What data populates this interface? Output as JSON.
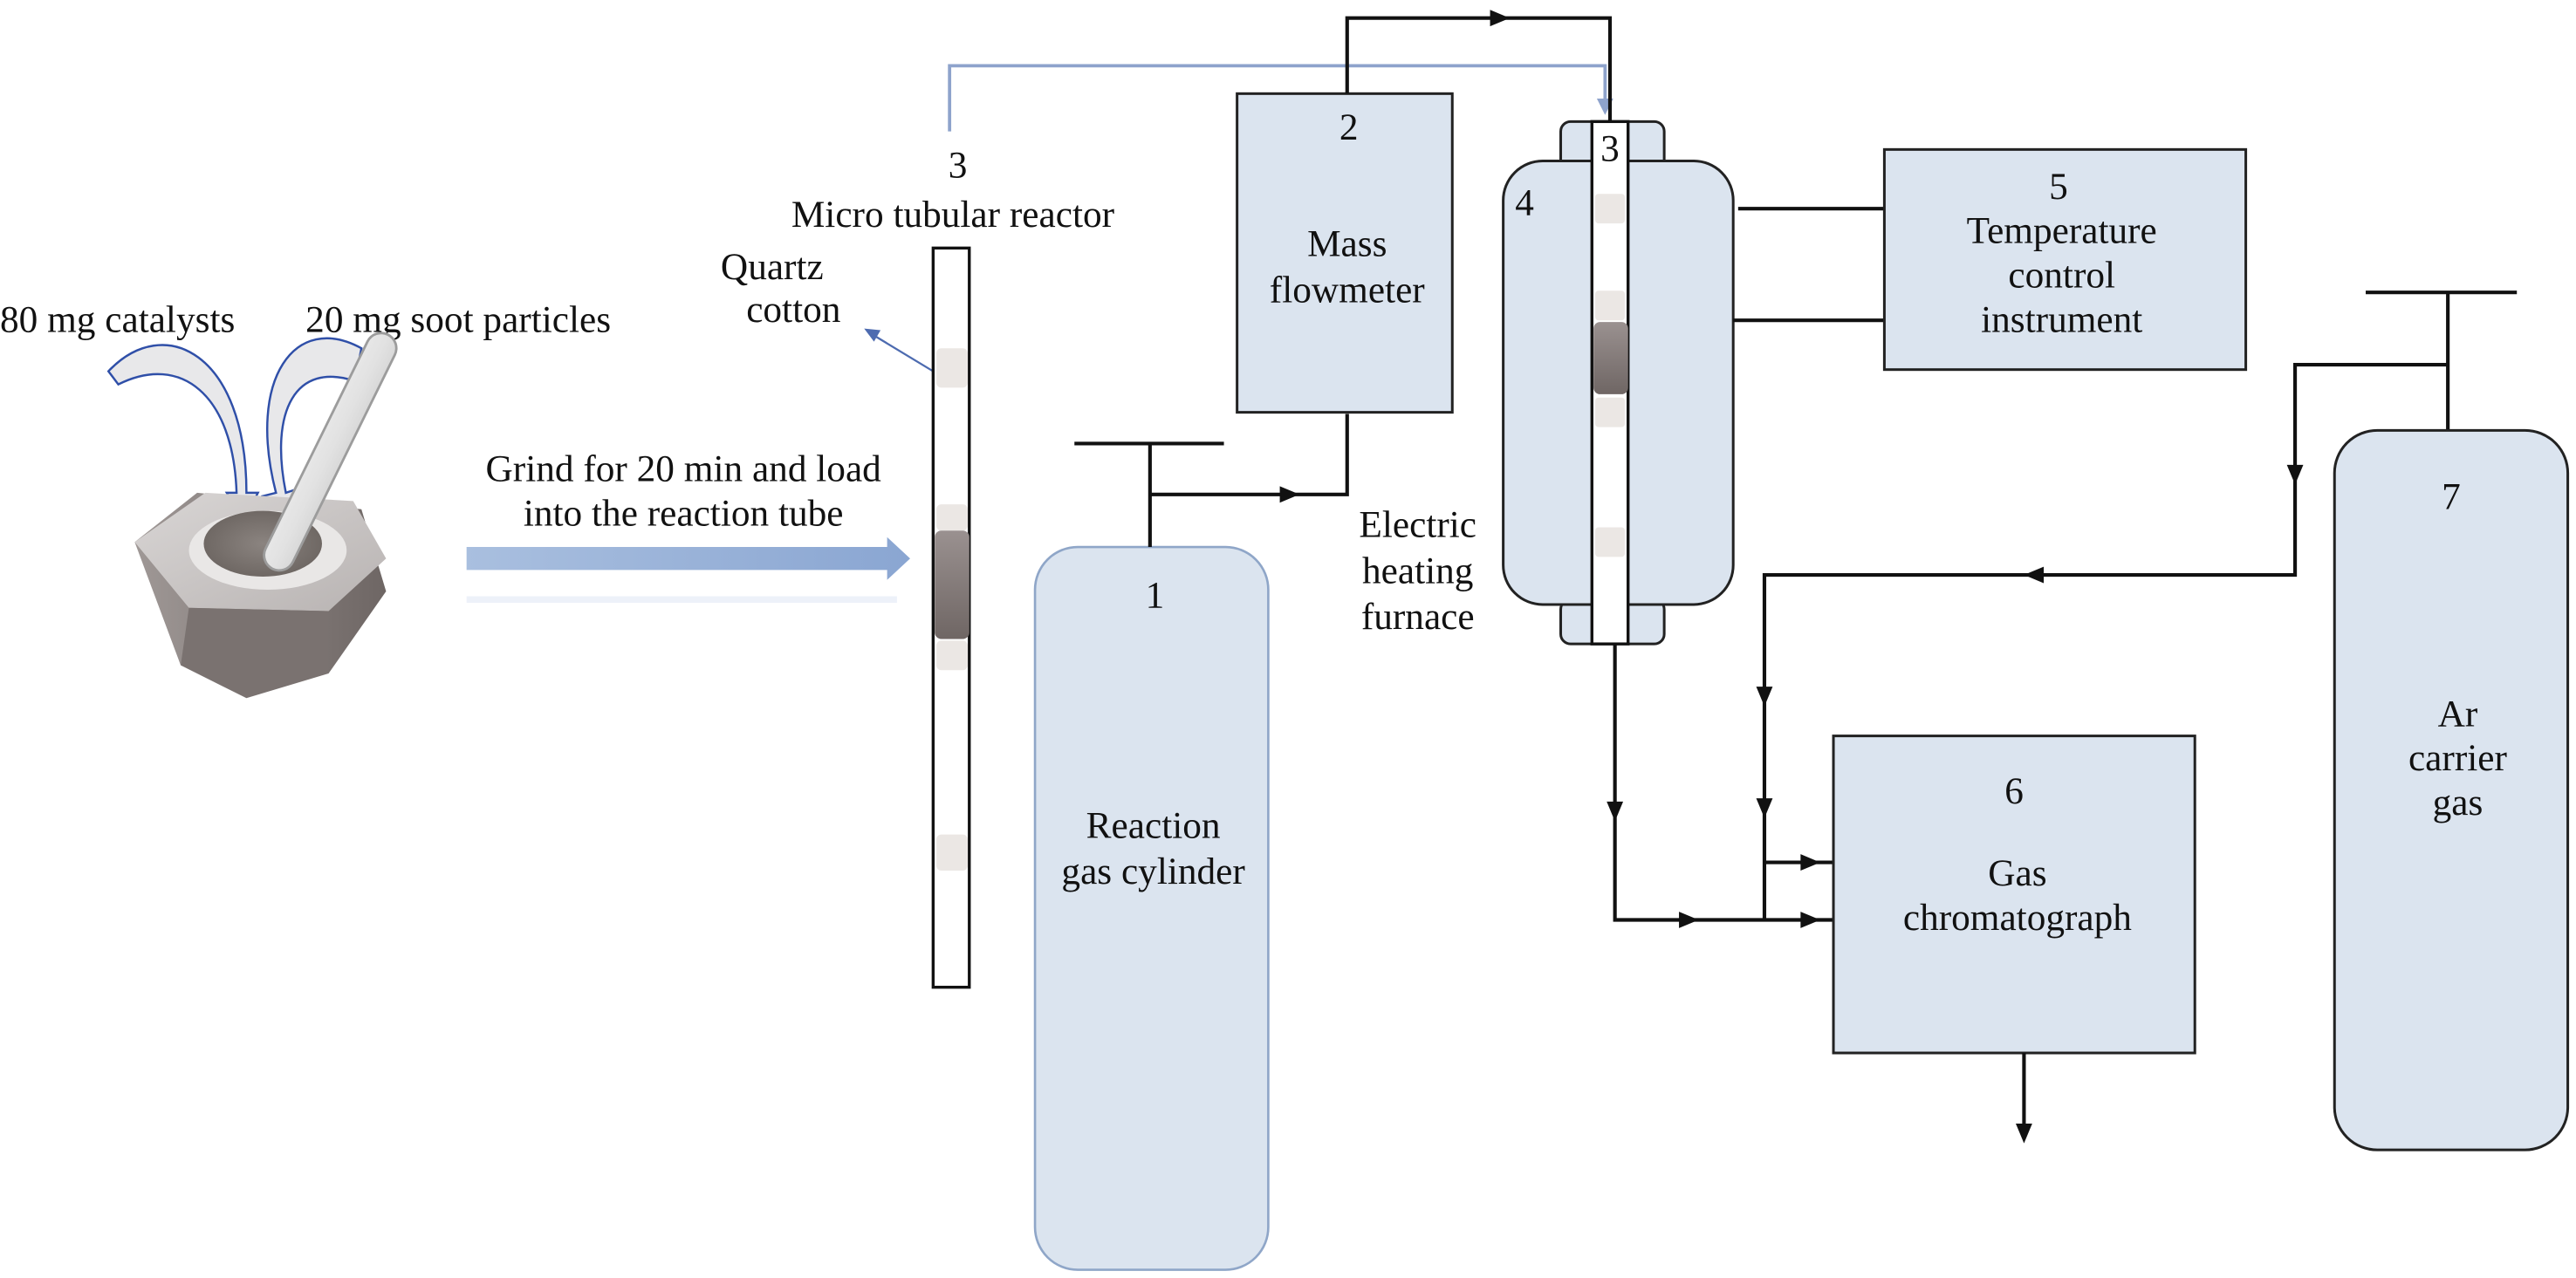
{
  "title": "Experimental setup for catalytic soot oxidation",
  "preparation": {
    "catalyst_label": "80 mg catalysts",
    "soot_label": "20 mg soot particles",
    "grind_label_line1": "Grind for 20 min and load",
    "grind_label_line2": "into the reaction tube",
    "quartz_label_line1": "Quartz",
    "quartz_label_line2": "cotton",
    "reactor_number": "3",
    "reactor_label": "Micro tubular reactor"
  },
  "components": [
    {
      "id": "1",
      "number": "1",
      "label_lines": [
        "Reaction",
        "gas cylinder"
      ]
    },
    {
      "id": "2",
      "number": "2",
      "label_lines": [
        "Mass",
        "flowmeter"
      ]
    },
    {
      "id": "3",
      "number": "3",
      "label_lines": []
    },
    {
      "id": "4",
      "number": "4",
      "label_lines": [
        "Electric",
        "heating",
        "furnace"
      ]
    },
    {
      "id": "5",
      "number": "5",
      "label_lines": [
        "Temperature",
        "control",
        "instrument"
      ]
    },
    {
      "id": "6",
      "number": "6",
      "label_lines": [
        "Gas",
        "chromatograph"
      ]
    },
    {
      "id": "7",
      "number": "7",
      "label_lines": [
        "Ar",
        "carrier",
        "gas"
      ]
    }
  ],
  "colors": {
    "component_fill": "#dbe4ef",
    "cylinder_border": "#8fa6c8",
    "flow_arrow": "#8ea3cc",
    "pipe": "#111111",
    "sample": "#7d7472",
    "cotton": "#ebe7e4"
  }
}
